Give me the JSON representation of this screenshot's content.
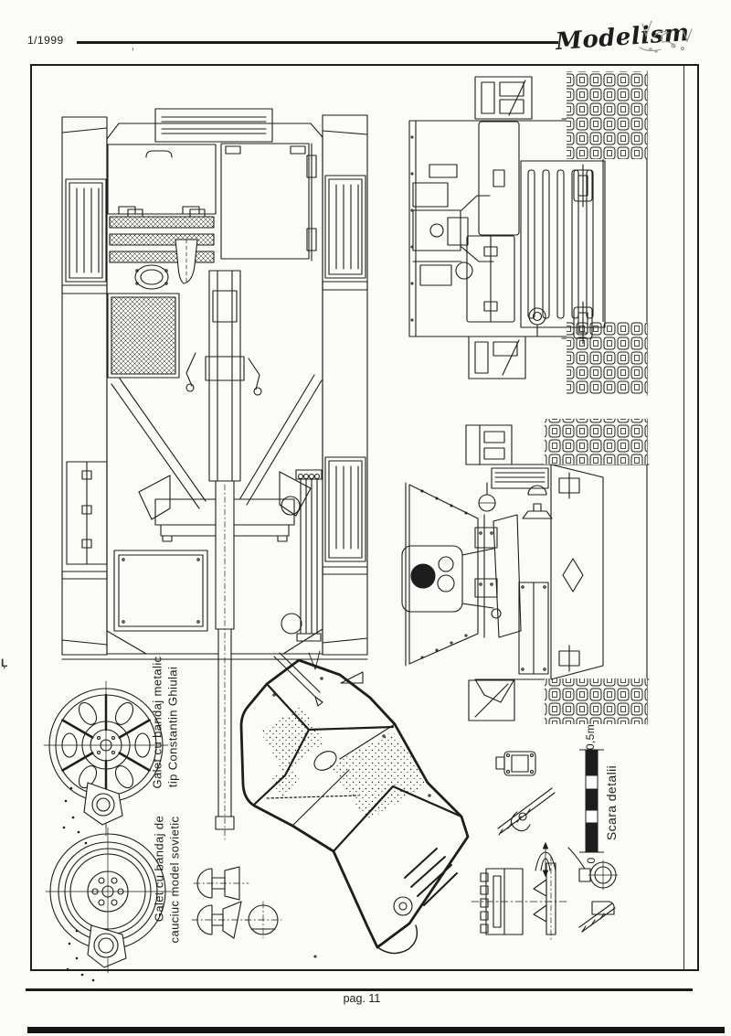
{
  "page": {
    "header": {
      "issue": "1/1999",
      "magazine_logo": "Modelism"
    },
    "footer": {
      "page_label": "pag. 11"
    },
    "plate": {
      "wheel_captions": [
        {
          "line1": "Galet cu bandaj metalic",
          "line2": "tip Constantin Ghiulai"
        },
        {
          "line1": "Galet cu bandaj de",
          "line2": "cauciuc model sovietic"
        }
      ],
      "scale_bar": {
        "min_label": "0",
        "max_label": "0,5m",
        "title": "Scara detalii"
      }
    },
    "colors": {
      "paper": "#fbfbf8",
      "ink": "#1d1d1d"
    }
  }
}
